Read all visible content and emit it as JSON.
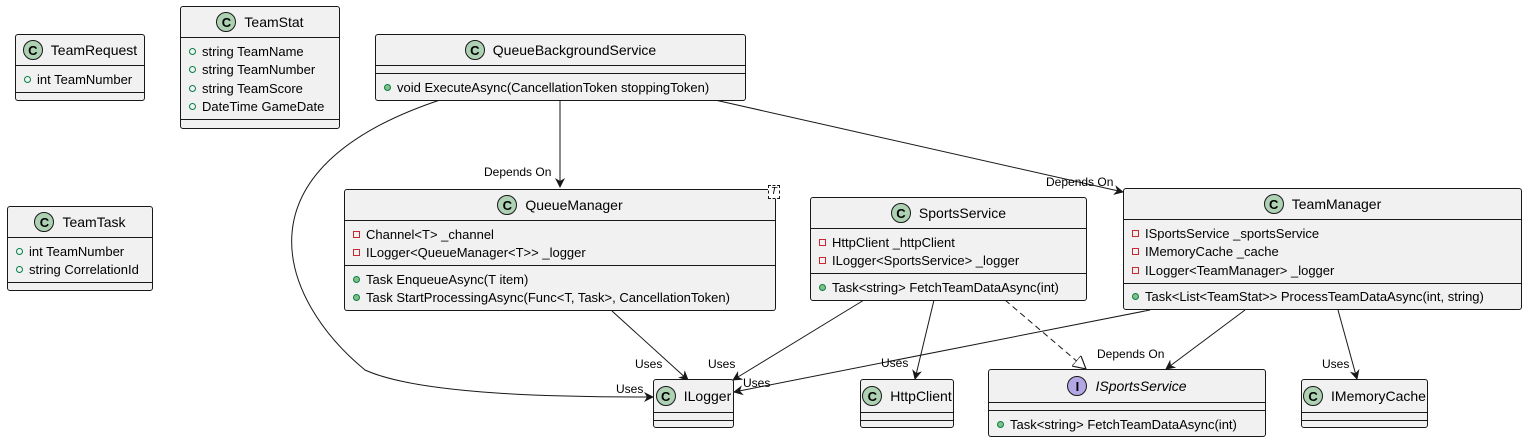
{
  "classes": {
    "team_request": {
      "name": "TeamRequest",
      "stereotype": "C",
      "fields": [
        {
          "vis": "public",
          "text": "int TeamNumber"
        }
      ]
    },
    "team_stat": {
      "name": "TeamStat",
      "stereotype": "C",
      "fields": [
        {
          "vis": "public",
          "text": "string TeamName"
        },
        {
          "vis": "public",
          "text": "string TeamNumber"
        },
        {
          "vis": "public",
          "text": "string TeamScore"
        },
        {
          "vis": "public",
          "text": "DateTime GameDate"
        }
      ]
    },
    "team_task": {
      "name": "TeamTask",
      "stereotype": "C",
      "fields": [
        {
          "vis": "public",
          "text": "int TeamNumber"
        },
        {
          "vis": "public",
          "text": "string CorrelationId"
        }
      ]
    },
    "queue_background_service": {
      "name": "QueueBackgroundService",
      "stereotype": "C",
      "methods": [
        {
          "vis": "public",
          "text": "void ExecuteAsync(CancellationToken stoppingToken)"
        }
      ]
    },
    "queue_manager": {
      "name": "QueueManager",
      "stereotype": "C",
      "type_param": "T",
      "fields": [
        {
          "vis": "private",
          "text": "Channel<T> _channel"
        },
        {
          "vis": "private",
          "text": "ILogger<QueueManager<T>> _logger"
        }
      ],
      "methods": [
        {
          "vis": "public",
          "text": "Task EnqueueAsync(T item)"
        },
        {
          "vis": "public",
          "text": "Task StartProcessingAsync(Func<T, Task>, CancellationToken)"
        }
      ]
    },
    "sports_service": {
      "name": "SportsService",
      "stereotype": "C",
      "fields": [
        {
          "vis": "private",
          "text": "HttpClient _httpClient"
        },
        {
          "vis": "private",
          "text": "ILogger<SportsService> _logger"
        }
      ],
      "methods": [
        {
          "vis": "public",
          "text": "Task<string> FetchTeamDataAsync(int)"
        }
      ]
    },
    "team_manager": {
      "name": "TeamManager",
      "stereotype": "C",
      "fields": [
        {
          "vis": "private",
          "text": "ISportsService _sportsService"
        },
        {
          "vis": "private",
          "text": "IMemoryCache _cache"
        },
        {
          "vis": "private",
          "text": "ILogger<TeamManager> _logger"
        }
      ],
      "methods": [
        {
          "vis": "public",
          "text": "Task<List<TeamStat>> ProcessTeamDataAsync(int, string)"
        }
      ]
    },
    "ilogger": {
      "name": "ILogger",
      "stereotype": "C"
    },
    "http_client": {
      "name": "HttpClient",
      "stereotype": "C"
    },
    "isports_service": {
      "name": "ISportsService",
      "stereotype": "I",
      "methods": [
        {
          "vis": "public",
          "text": "Task<string> FetchTeamDataAsync(int)"
        }
      ]
    },
    "imemory_cache": {
      "name": "IMemoryCache",
      "stereotype": "C"
    }
  },
  "relations": [
    {
      "from": "QueueBackgroundService",
      "to": "QueueManager",
      "kind": "dependency",
      "label": "Depends On"
    },
    {
      "from": "QueueBackgroundService",
      "to": "TeamManager",
      "kind": "dependency",
      "label": "Depends On"
    },
    {
      "from": "QueueBackgroundService",
      "to": "ILogger",
      "kind": "dependency",
      "label": "Uses"
    },
    {
      "from": "QueueManager",
      "to": "ILogger",
      "kind": "dependency",
      "label": "Uses"
    },
    {
      "from": "SportsService",
      "to": "ILogger",
      "kind": "dependency",
      "label": "Uses"
    },
    {
      "from": "SportsService",
      "to": "HttpClient",
      "kind": "dependency",
      "label": "Uses"
    },
    {
      "from": "SportsService",
      "to": "ISportsService",
      "kind": "realization",
      "label": ""
    },
    {
      "from": "TeamManager",
      "to": "ISportsService",
      "kind": "dependency",
      "label": "Depends On"
    },
    {
      "from": "TeamManager",
      "to": "ILogger",
      "kind": "dependency",
      "label": "Uses"
    },
    {
      "from": "TeamManager",
      "to": "IMemoryCache",
      "kind": "dependency",
      "label": "Uses"
    }
  ],
  "colors": {
    "class_fill": "#f1f1f1",
    "border": "#181818",
    "class_badge": "#add1b2",
    "interface_badge": "#b4a7e5",
    "public_icon": "#84be84",
    "private_icon": "#c82930"
  }
}
